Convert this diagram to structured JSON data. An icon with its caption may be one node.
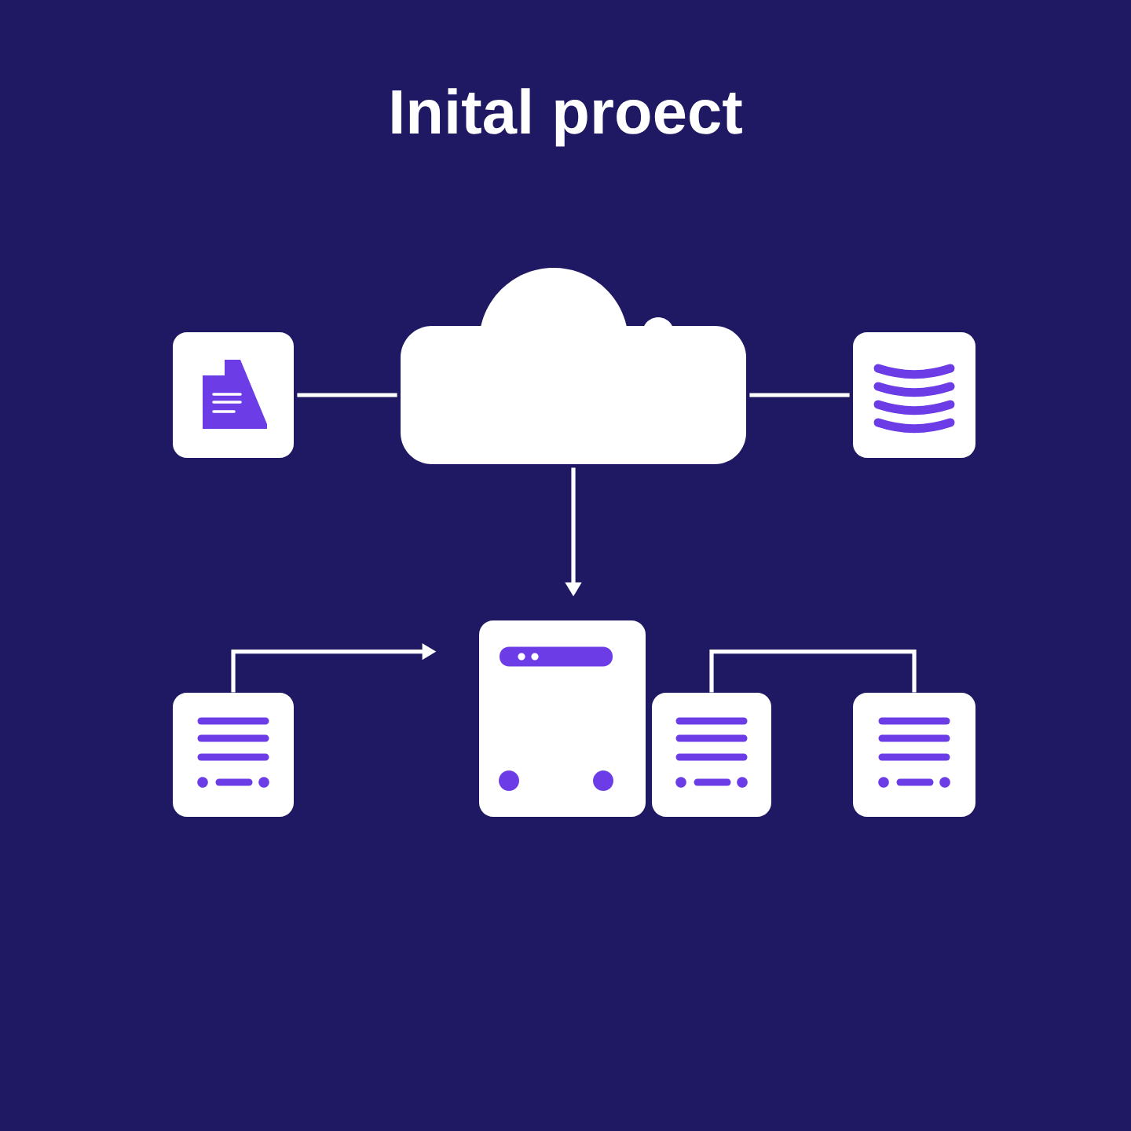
{
  "diagram": {
    "title": "Inital proect",
    "nodes": [
      {
        "text": [],
        "shape": "box"
      },
      {
        "text": [],
        "shape": "cloud"
      },
      {
        "text": [],
        "shape": "box"
      },
      {
        "text": [],
        "shape": "box"
      },
      {
        "text": [],
        "shape": "box"
      },
      {
        "text": [],
        "shape": "box"
      },
      {
        "text": [],
        "shape": "box"
      }
    ],
    "edges": [
      {
        "from": 0,
        "to": 1,
        "arrow": "none"
      },
      {
        "from": 1,
        "to": 2,
        "arrow": "none"
      },
      {
        "from": 1,
        "to": 4,
        "arrow": "to"
      },
      {
        "from": 3,
        "to": 4,
        "arrow": "to"
      },
      {
        "from": 5,
        "to": 6,
        "arrow": "none"
      }
    ]
  }
}
